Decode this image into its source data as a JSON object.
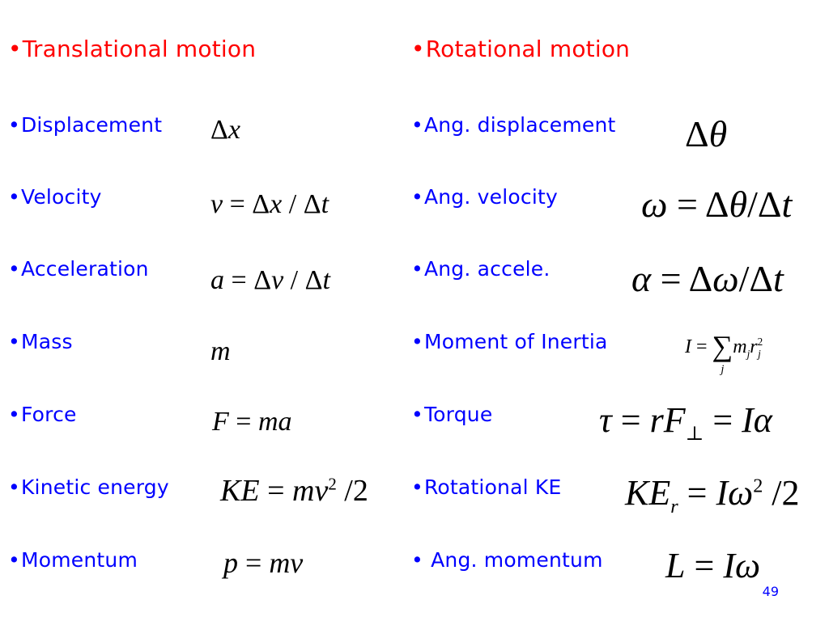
{
  "bullet": "•",
  "colors": {
    "heading": "#ff0000",
    "label": "#0000ff",
    "equation": "#000000"
  },
  "left": {
    "heading": "Translational motion",
    "rows": [
      {
        "label": "Displacement"
      },
      {
        "label": "Velocity"
      },
      {
        "label": "Acceleration"
      },
      {
        "label": "Mass"
      },
      {
        "label": "Force"
      },
      {
        "label": "Kinetic energy"
      },
      {
        "label": "Momentum"
      }
    ]
  },
  "right": {
    "heading": "Rotational motion",
    "rows": [
      {
        "label": "Ang. displacement"
      },
      {
        "label": "Ang. velocity"
      },
      {
        "label": "Ang. accele."
      },
      {
        "label": "Moment of Inertia"
      },
      {
        "label": "Torque"
      },
      {
        "label": "Rotational KE"
      },
      {
        "label": " Ang. momentum"
      }
    ]
  },
  "equations": {
    "displacement": "Δx",
    "velocity": "v = Δx / Δt",
    "acceleration": "a = Δv / Δt",
    "mass": "m",
    "force": "F = ma",
    "kinetic_energy": "KE = mv² /2",
    "momentum": "p = mv",
    "ang_displacement": "Δθ",
    "ang_velocity": "ω = Δθ / Δt",
    "ang_acceleration": "α = Δω / Δt",
    "moment_of_inertia": "I = Σ_j m_j r_j²",
    "torque": "τ = rF⊥ = Iα",
    "rotational_ke": "KE_r = Iω² /2",
    "ang_momentum": "L = Iω"
  },
  "page_number": "49"
}
